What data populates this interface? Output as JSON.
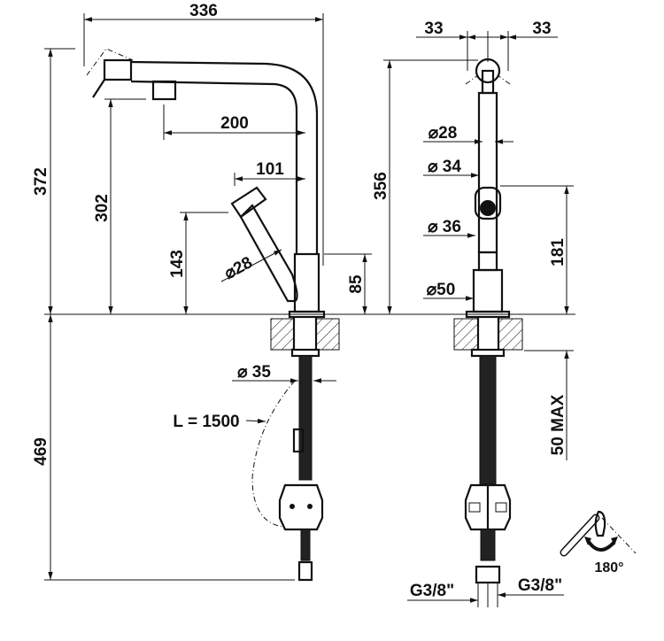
{
  "drawing": {
    "side_view": {
      "overall_width": "336",
      "overall_height": "372",
      "spout_height": "302",
      "spout_reach": "200",
      "handshower_reach": "101",
      "handshower_height": "143",
      "handshower_diameter": "⌀28",
      "body_height": "85",
      "hose_diameter_label": "⌀ 35",
      "hose_length": "L = 1500",
      "below_deck": "469"
    },
    "front_view": {
      "left_offset": "33",
      "right_offset": "33",
      "overall_height": "356",
      "spout_diameter": "⌀28",
      "tube_diameter": "⌀ 34",
      "handle_diameter": "⌀ 36",
      "base_diameter": "⌀50",
      "body_height": "181",
      "deck_thickness": "50 MAX",
      "connection_left": "G3/8\"",
      "connection_right": "G3/8\""
    },
    "rotation_label": "180°"
  }
}
